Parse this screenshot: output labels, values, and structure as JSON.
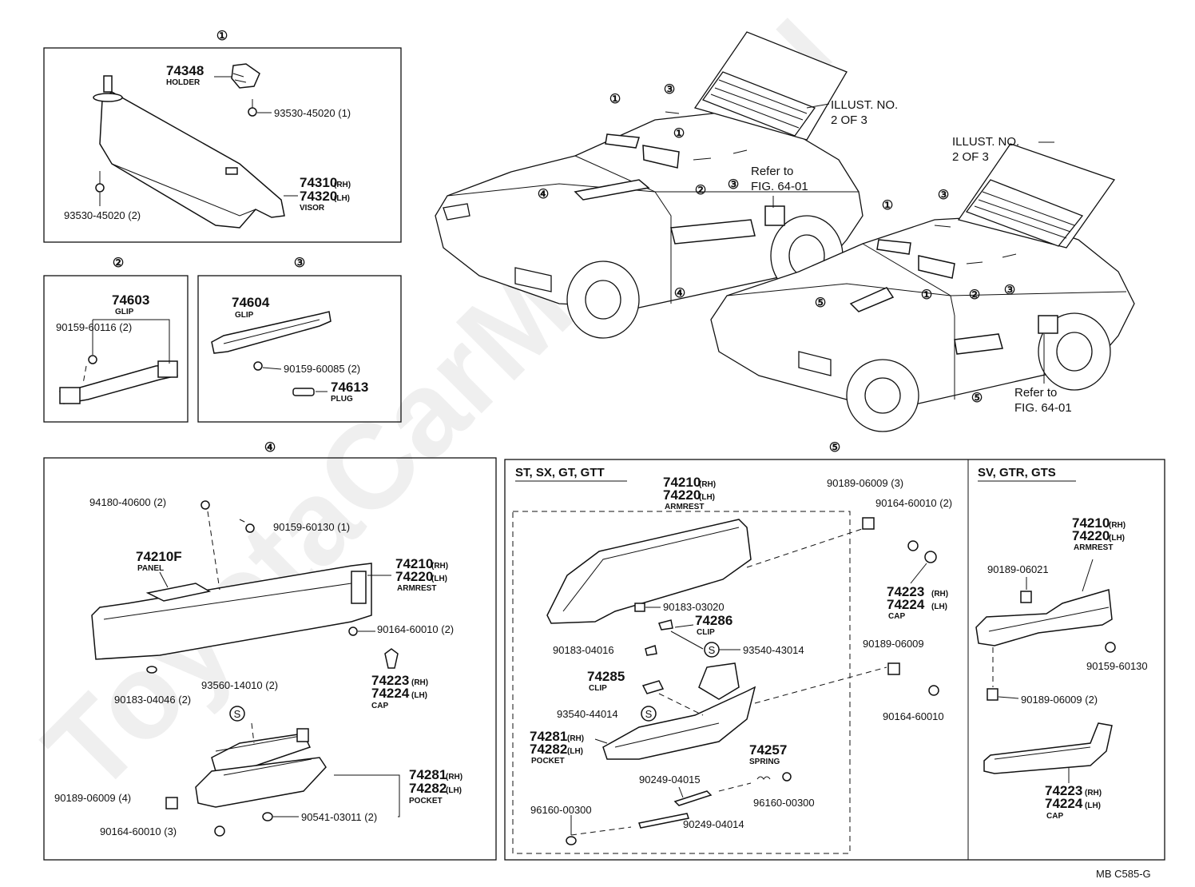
{
  "callouts": [
    "①",
    "②",
    "③",
    "④",
    "⑤"
  ],
  "s_mark": "S",
  "watermark": "ToyotaCarMiner.ru",
  "footer_code": "MB  C585-G",
  "car_labels": {
    "illust_top": [
      "ILLUST. NO.",
      "2 OF 3"
    ],
    "illust_right": [
      "ILLUST. NO.",
      "2 OF 3"
    ],
    "refer_top": [
      "Refer to",
      "FIG. 64-01"
    ],
    "refer_bottom": [
      "Refer to",
      "FIG. 64-01"
    ]
  },
  "section1": {
    "holder_no": "74348",
    "holder_name": "HOLDER",
    "screw_right": "93530-45020 (1)",
    "visor_rh": "74310",
    "visor_rh_suffix": "(RH)",
    "visor_lh": "74320",
    "visor_lh_suffix": "(LH)",
    "visor_name": "VISOR",
    "screw_left": "93530-45020 (2)"
  },
  "section2": {
    "glip_no": "74603",
    "glip_name": "GLIP",
    "screw": "90159-60116 (2)"
  },
  "section3": {
    "glip_no": "74604",
    "glip_name": "GLIP",
    "screw": "90159-60085 (2)",
    "plug_no": "74613",
    "plug_name": "PLUG"
  },
  "section4": {
    "nut": "94180-40600 (2)",
    "screw_top": "90159-60130 (1)",
    "panel_no": "74210F",
    "panel_name": "PANEL",
    "arm_rh": "74210",
    "arm_rh_suffix": "(RH)",
    "arm_lh": "74220",
    "arm_lh_suffix": "(LH)",
    "arm_name": "ARMREST",
    "screw_mid": "90164-60010 (2)",
    "cap_rh": "74223",
    "cap_rh_suffix": "(RH)",
    "cap_lh": "74224",
    "cap_lh_suffix": "(LH)",
    "cap_name": "CAP",
    "clip": "90183-04046 (2)",
    "screw_s": "93560-14010 (2)",
    "pocket_rh": "74281",
    "pocket_rh_suffix": "(RH)",
    "pocket_lh": "74282",
    "pocket_lh_suffix": "(LH)",
    "pocket_name": "POCKET",
    "nut_bottom": "90189-06009 (4)",
    "screw_small": "90541-03011 (2)",
    "screw_bottom": "90164-60010 (3)"
  },
  "section5a": {
    "header": "ST, SX, GT, GTT",
    "arm_rh": "74210",
    "arm_rh_suffix": "(RH)",
    "arm_lh": "74220",
    "arm_lh_suffix": "(LH)",
    "arm_name": "ARMREST",
    "nut_top": "90189-06009 (3)",
    "screw_top": "90164-60010 (2)",
    "cap_rh": "74223",
    "cap_rh_suffix": "(RH)",
    "cap_lh": "74224",
    "cap_lh_suffix": "(LH)",
    "cap_name": "CAP",
    "clip_a": "90183-03020",
    "clip_no": "74286",
    "clip_name": "CLIP",
    "screw_s1": "93540-43014",
    "clip_b": "90183-04016",
    "clip2_no": "74285",
    "clip2_name": "CLIP",
    "screw_s2": "93540-44014",
    "nut_mid": "90189-06009",
    "screw_mid": "90164-60010",
    "pocket_rh": "74281",
    "pocket_rh_suffix": "(RH)",
    "pocket_lh": "74282",
    "pocket_lh_suffix": "(LH)",
    "pocket_name": "POCKET",
    "spring_no": "74257",
    "spring_name": "SPRING",
    "pin_a": "90249-04015",
    "washer_right": "96160-00300",
    "washer_left": "96160-00300",
    "pin_b": "90249-04014"
  },
  "section5b": {
    "header": "SV, GTR, GTS",
    "arm_rh": "74210",
    "arm_rh_suffix": "(RH)",
    "arm_lh": "74220",
    "arm_lh_suffix": "(LH)",
    "arm_name": "ARMREST",
    "nut_top": "90189-06021",
    "screw": "90159-60130",
    "nut_bottom": "90189-06009 (2)",
    "cap_rh": "74223",
    "cap_rh_suffix": "(RH)",
    "cap_lh": "74224",
    "cap_lh_suffix": "(LH)",
    "cap_name": "CAP"
  }
}
